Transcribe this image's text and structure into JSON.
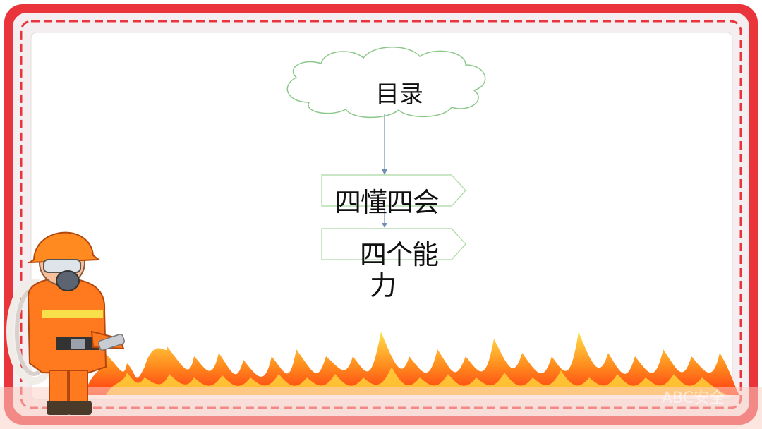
{
  "slide": {
    "title": "目录",
    "nodes": [
      {
        "label_line1": "四懂四会"
      },
      {
        "label_line1": "四个能",
        "label_line2": "力"
      }
    ],
    "watermark": "ABC安全"
  },
  "colors": {
    "border_red": "#e8343a",
    "inner_band": "#f4eef0",
    "cloud_stroke": "#8dc78a",
    "arrow": "#6f8fb6",
    "node_stroke": "#a9d8a0",
    "flame_outer": "#ff6a1a",
    "flame_inner": "#ffd23a"
  },
  "icons": [
    "firefighter-illustration",
    "flame-border"
  ]
}
